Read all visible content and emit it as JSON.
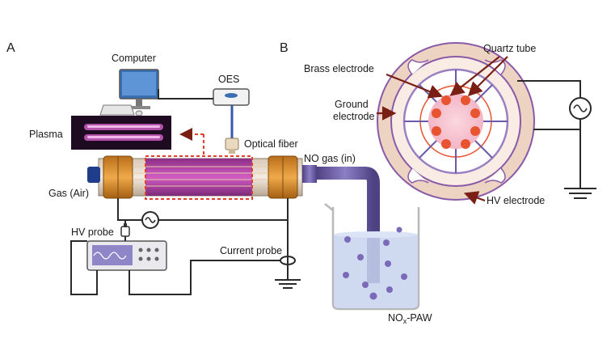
{
  "panels": {
    "a": "A",
    "b": "B"
  },
  "labels_a": {
    "computer": "Computer",
    "oes": "OES",
    "plasma": "Plasma",
    "optical_fiber": "Optical fiber",
    "no_gas_in": "NO gas (in)",
    "gas_air": "Gas (Air)",
    "hv_probe": "HV probe",
    "current_probe": "Current probe",
    "paw_main": "NO",
    "paw_sub": "x",
    "paw_tail": "-PAW"
  },
  "labels_b": {
    "brass_electrode": "Brass electrode",
    "quartz_tube": "Quartz tube",
    "ground_electrode_1": "Ground",
    "ground_electrode_2": "electrode",
    "hv_electrode": "HV electrode"
  },
  "colors": {
    "plasma_glow": "#b04aa8",
    "plasma_box": "#2a1030",
    "electrode_brass": "#d98c2b",
    "ring_outer": "#ecd3c2",
    "ring_purple": "#9a7fc2",
    "tube_orange": "#e8542f",
    "tube_pink": "#f7c3d1",
    "gas_pipe": "#6b5ca5",
    "water": "#c7d4ef",
    "bubble": "#7a6ab8",
    "wire": "#2a2a2a",
    "arrow": "#7a1f14",
    "dashed_red": "#e0402a"
  }
}
